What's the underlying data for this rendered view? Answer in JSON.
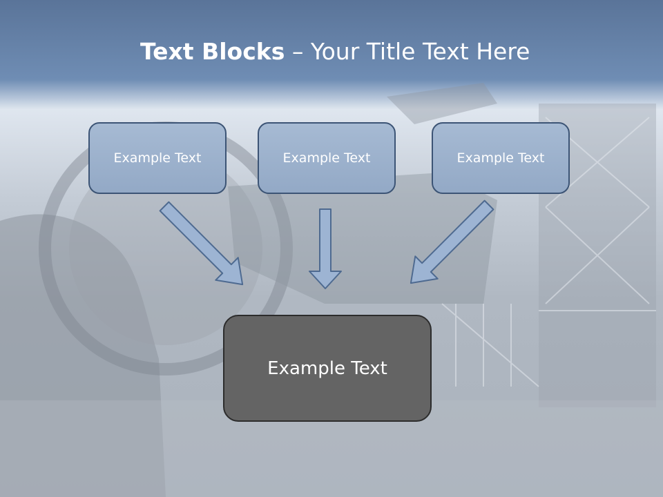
{
  "title": {
    "bold": "Text Blocks",
    "separator": " – ",
    "regular": "Your Title Text Here"
  },
  "blocks": [
    {
      "label": "Example Text"
    },
    {
      "label": "Example Text"
    },
    {
      "label": "Example Text"
    }
  ],
  "target": {
    "label": "Example Text"
  },
  "colors": {
    "header_band": "#6f8db4",
    "block_fill": "#9db1cc",
    "block_border": "#3c5475",
    "arrow_fill": "#9db4d3",
    "arrow_stroke": "#4e6a90",
    "target_fill": "#646464"
  }
}
